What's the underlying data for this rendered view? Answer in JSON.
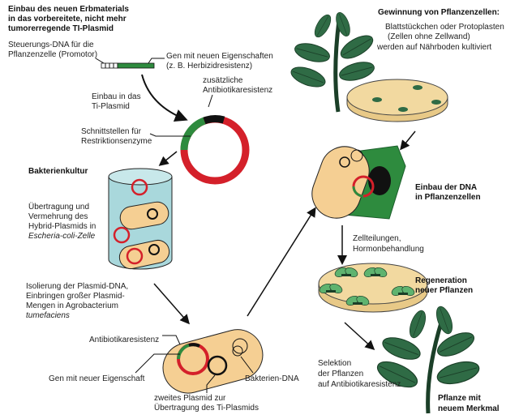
{
  "colors": {
    "plasmid_red": "#d4202a",
    "gene_green": "#2e8b3e",
    "bacterium": "#f5cf93",
    "culture_blue": "#a9d8dc",
    "leaf": "#2f6b45",
    "dish": "#f2d9a0"
  },
  "left": {
    "title": [
      "Einbau des neuen Erbmaterials",
      "in das vorbereitete, nicht mehr",
      "tumorerregende TI-Plasmid"
    ],
    "promoter": [
      "Steuerungs-DNA für die",
      "Pflanzenzelle (Promotor)"
    ],
    "gene": [
      "Gen mit neuen Eigenschaften",
      "(z. B. Herbizidresistenz)"
    ],
    "extra_resistance": [
      "zusätzliche",
      "Antibiotikaresistenz"
    ],
    "insert": [
      "Einbau in das",
      "Ti-Plasmid"
    ],
    "cut_sites": [
      "Schnittstellen für",
      "Restriktionsenzyme"
    ],
    "culture_title": "Bakterienkultur",
    "transfer": [
      "Übertragung und",
      "Vermehrung des",
      "Hybrid-Plasmids in",
      "Escheria-coli-Zelle"
    ],
    "isolation": [
      "Isolierung der Plasmid-DNA,",
      "Einbringen großer Plasmid-",
      "Mengen in Agrobacterium",
      "tumefaciens"
    ],
    "antibiotic": "Antibiotikaresistenz",
    "gene_new": "Gen mit neuer Eigenschaft",
    "bacterial_dna": "Bakterien-DNA",
    "second_plasmid": [
      "zweites Plasmid zur",
      "Übertragung des Ti-Plasmids"
    ]
  },
  "right": {
    "title": "Gewinnung von Pflanzenzellen:",
    "cells": [
      "Blattstückchen oder Protoplasten",
      "(Zellen ohne Zellwand)",
      "werden auf Nährboden kultiviert"
    ],
    "insertion": [
      "Einbau der DNA",
      "in Pflanzenzellen"
    ],
    "division": [
      "Zellteilungen,",
      "Hormonbehandlung"
    ],
    "regeneration": [
      "Regeneration",
      "neuer Pflanzen"
    ],
    "selection": [
      "Selektion",
      "der Pflanzen",
      "auf Antibiotikaresistenz"
    ],
    "result": [
      "Pflanze mit",
      "neuem Merkmal"
    ]
  }
}
